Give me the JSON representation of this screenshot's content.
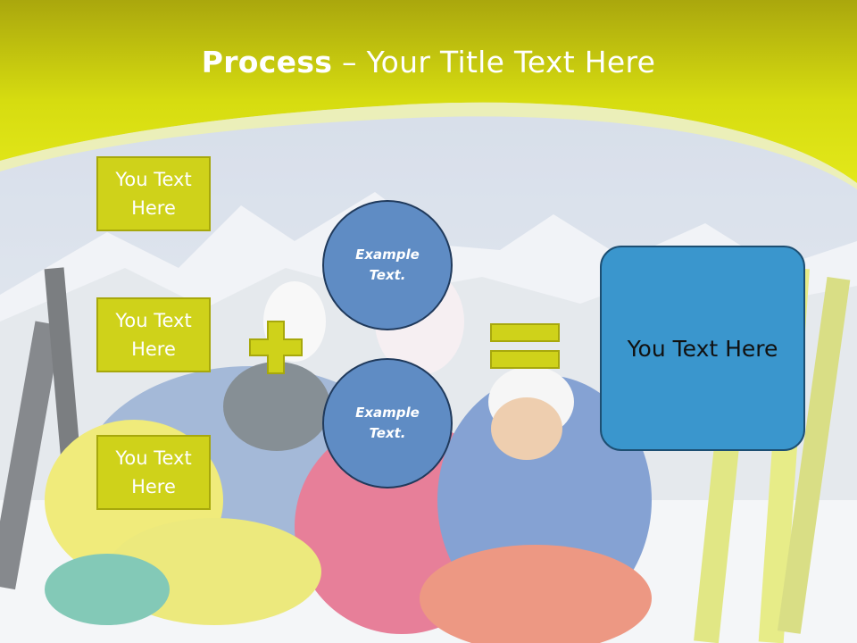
{
  "slide": {
    "title_bold": "Process",
    "title_rest": " – Your Title Text Here"
  },
  "left_boxes": [
    {
      "text": "You Text Here"
    },
    {
      "text": "You Text Here"
    },
    {
      "text": "You Text Here"
    }
  ],
  "circles": [
    {
      "text": "Example Text."
    },
    {
      "text": "Example Text."
    }
  ],
  "result": {
    "text": "You Text Here"
  },
  "colors": {
    "header": "#d8dc1b",
    "box_fill": "#cfd21a",
    "circle_fill": "#5f8cc4",
    "result_fill": "#3a96cd"
  }
}
